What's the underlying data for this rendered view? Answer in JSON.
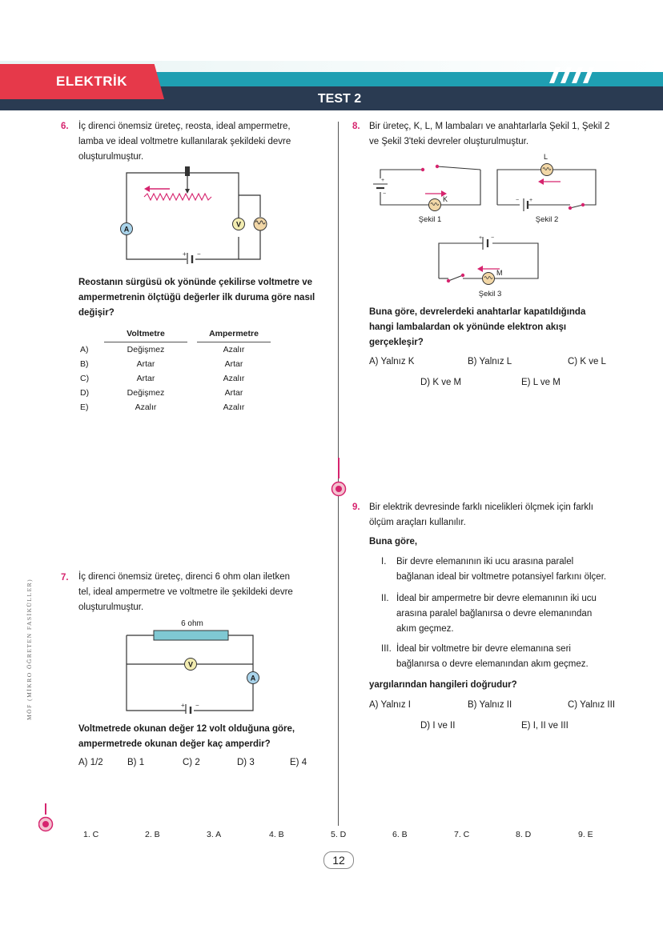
{
  "header": {
    "subject": "ELEKTRİK",
    "test_title": "TEST 2"
  },
  "q6": {
    "number": "6.",
    "text_lines": [
      "İç direnci önemsiz üreteç, reosta, ideal ampermetre,",
      "lamba ve ideal voltmetre kullanılarak şekildeki devre",
      "oluşturulmuştur."
    ],
    "question_lines": [
      "Reostanın sürgüsü ok yönünde çekilirse voltmetre ve",
      "ampermetrenin ölçtüğü değerler ilk duruma göre nasıl",
      "değişir?"
    ],
    "col_headers": [
      "Voltmetre",
      "Ampermetre"
    ],
    "rows": [
      {
        "label": "A)",
        "v": "Değişmez",
        "a": "Azalır"
      },
      {
        "label": "B)",
        "v": "Artar",
        "a": "Artar"
      },
      {
        "label": "C)",
        "v": "Artar",
        "a": "Azalır"
      },
      {
        "label": "D)",
        "v": "Değişmez",
        "a": "Artar"
      },
      {
        "label": "E)",
        "v": "Azalır",
        "a": "Azalır"
      }
    ],
    "circuit": {
      "ammeter": "A",
      "voltmeter": "V"
    }
  },
  "q7": {
    "number": "7.",
    "text_lines": [
      "İç direnci önemsiz üreteç, direnci 6 ohm olan iletken",
      "tel, ideal ampermetre ve voltmetre ile şekildeki devre",
      "oluşturulmuştur."
    ],
    "resistor_label": "6 ohm",
    "circuit": {
      "ammeter": "A",
      "voltmeter": "V"
    },
    "question_lines": [
      "Voltmetrede okunan değer 12 volt olduğuna göre,",
      "ampermetrede okunan değer kaç amperdir?"
    ],
    "options": [
      "A) 1/2",
      "B) 1",
      "C) 2",
      "D) 3",
      "E) 4"
    ]
  },
  "q8": {
    "number": "8.",
    "text_lines": [
      "Bir üreteç, K, L, M lambaları ve anahtarlarla Şekil 1, Şekil 2",
      "ve Şekil 3'teki devreler oluşturulmuştur."
    ],
    "figures": {
      "s1": "Şekil 1",
      "s2": "Şekil 2",
      "s3": "Şekil 3",
      "lamp_k": "K",
      "lamp_l": "L",
      "lamp_m": "M"
    },
    "question_lines": [
      "Buna göre, devrelerdeki anahtarlar kapatıldığında",
      "hangi lambalardan ok yönünde elektron akışı",
      "gerçekleşir?"
    ],
    "options": [
      "A) Yalnız K",
      "B) Yalnız L",
      "C) K ve L",
      "D) K ve M",
      "E) L ve M"
    ]
  },
  "q9": {
    "number": "9.",
    "text_lines": [
      "Bir elektrik devresinde farklı nicelikleri ölçmek için farklı",
      "ölçüm araçları kullanılır."
    ],
    "lead": "Buna göre,",
    "statements": [
      {
        "num": "I.",
        "lines": [
          "Bir devre elemanının iki ucu arasına paralel",
          "bağlanan ideal bir voltmetre potansiyel farkını ölçer."
        ]
      },
      {
        "num": "II.",
        "lines": [
          "İdeal bir ampermetre bir devre elemanının iki ucu",
          "arasına paralel bağlanırsa o devre elemanından",
          "akım geçmez."
        ]
      },
      {
        "num": "III.",
        "lines": [
          "İdeal bir voltmetre bir devre elemanına seri",
          "bağlanırsa o devre elemanından akım geçmez."
        ]
      }
    ],
    "question": "yargılarından hangileri doğrudur?",
    "options": [
      "A) Yalnız I",
      "B) Yalnız II",
      "C) Yalnız III",
      "D) I ve II",
      "E) I, II ve III"
    ]
  },
  "answers": [
    "1. C",
    "2. B",
    "3. A",
    "4. B",
    "5. D",
    "6. B",
    "7. C",
    "8. D",
    "9. E"
  ],
  "page_number": "12",
  "side_text": "MÖF (MİKRO ÖĞRETEN FASİKÜLLER)",
  "colors": {
    "accent": "#d6246e",
    "header_dark": "#2a3b52",
    "header_red": "#e6394a",
    "teal": "#1f9fb2"
  }
}
